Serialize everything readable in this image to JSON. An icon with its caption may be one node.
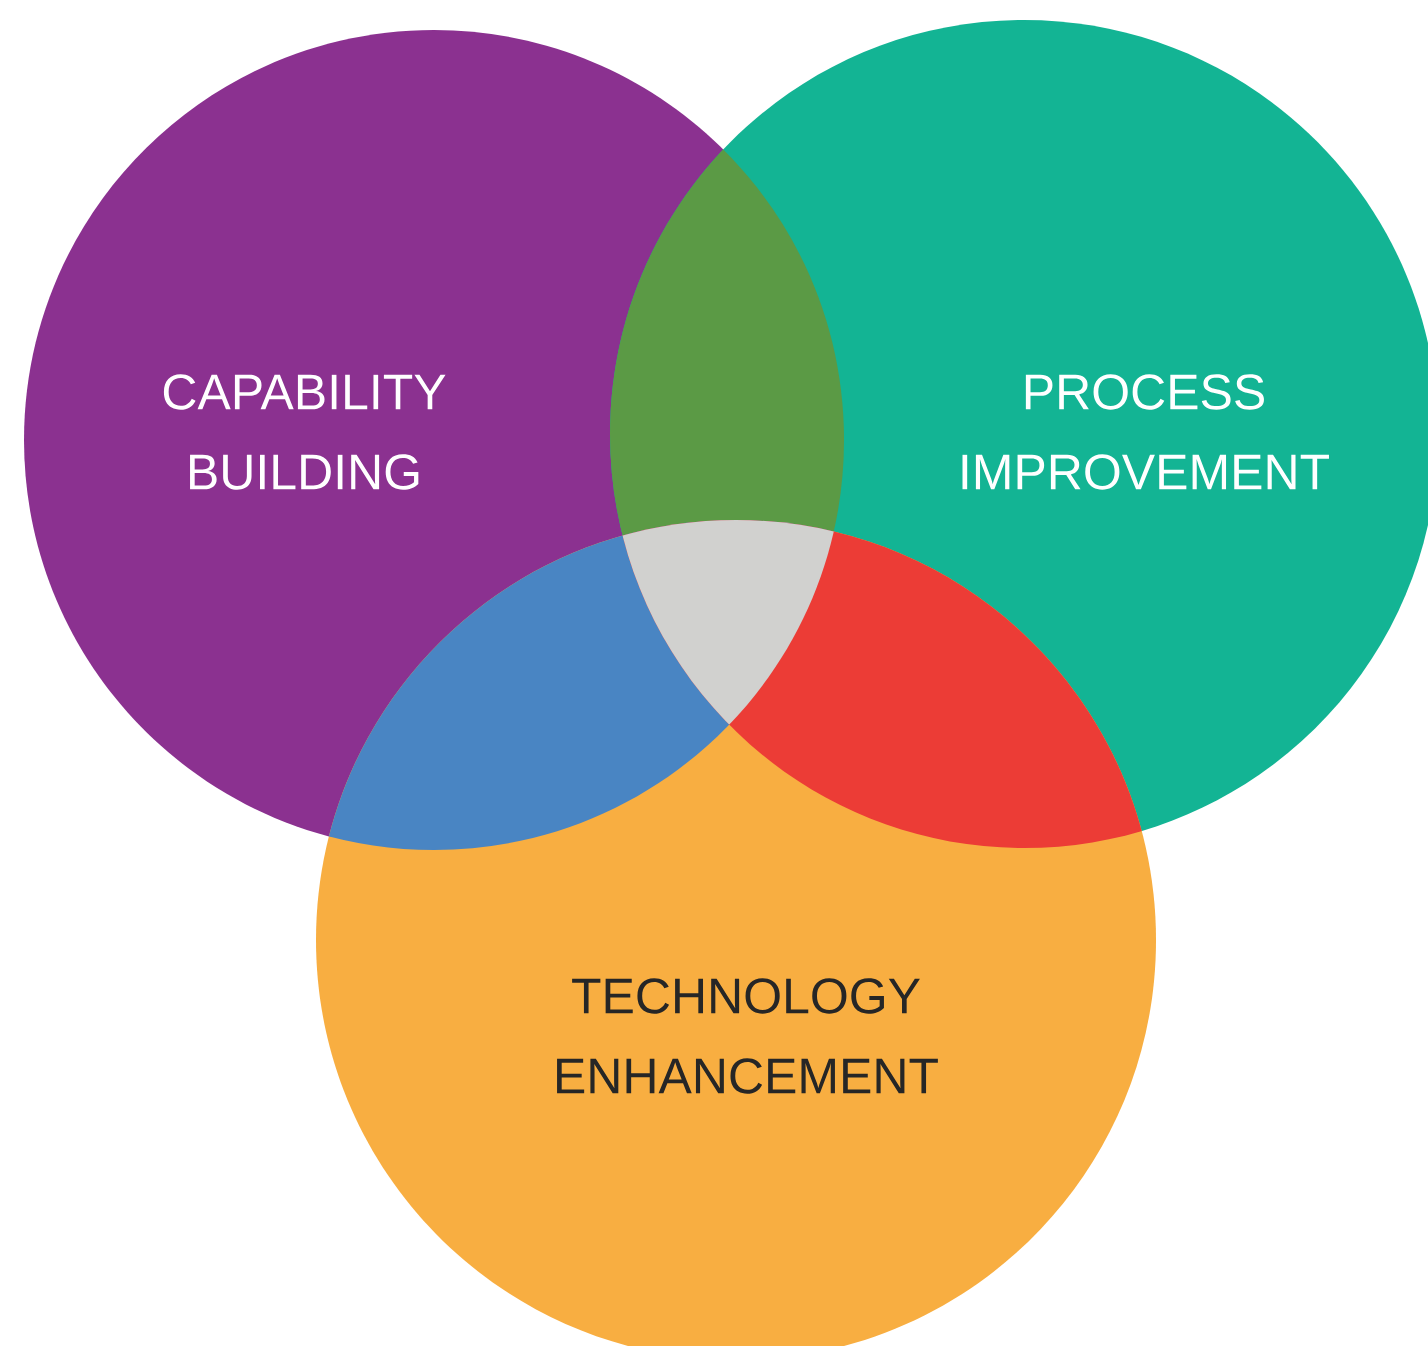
{
  "diagram": {
    "nodes": [
      {
        "text": [
          "CAPABILITY BUILDING"
        ]
      },
      {
        "text": [
          "PROCESS IMPROVEMENT"
        ]
      },
      {
        "text": [
          "TECHNOLOGY ENHANCEMENT"
        ]
      }
    ]
  }
}
